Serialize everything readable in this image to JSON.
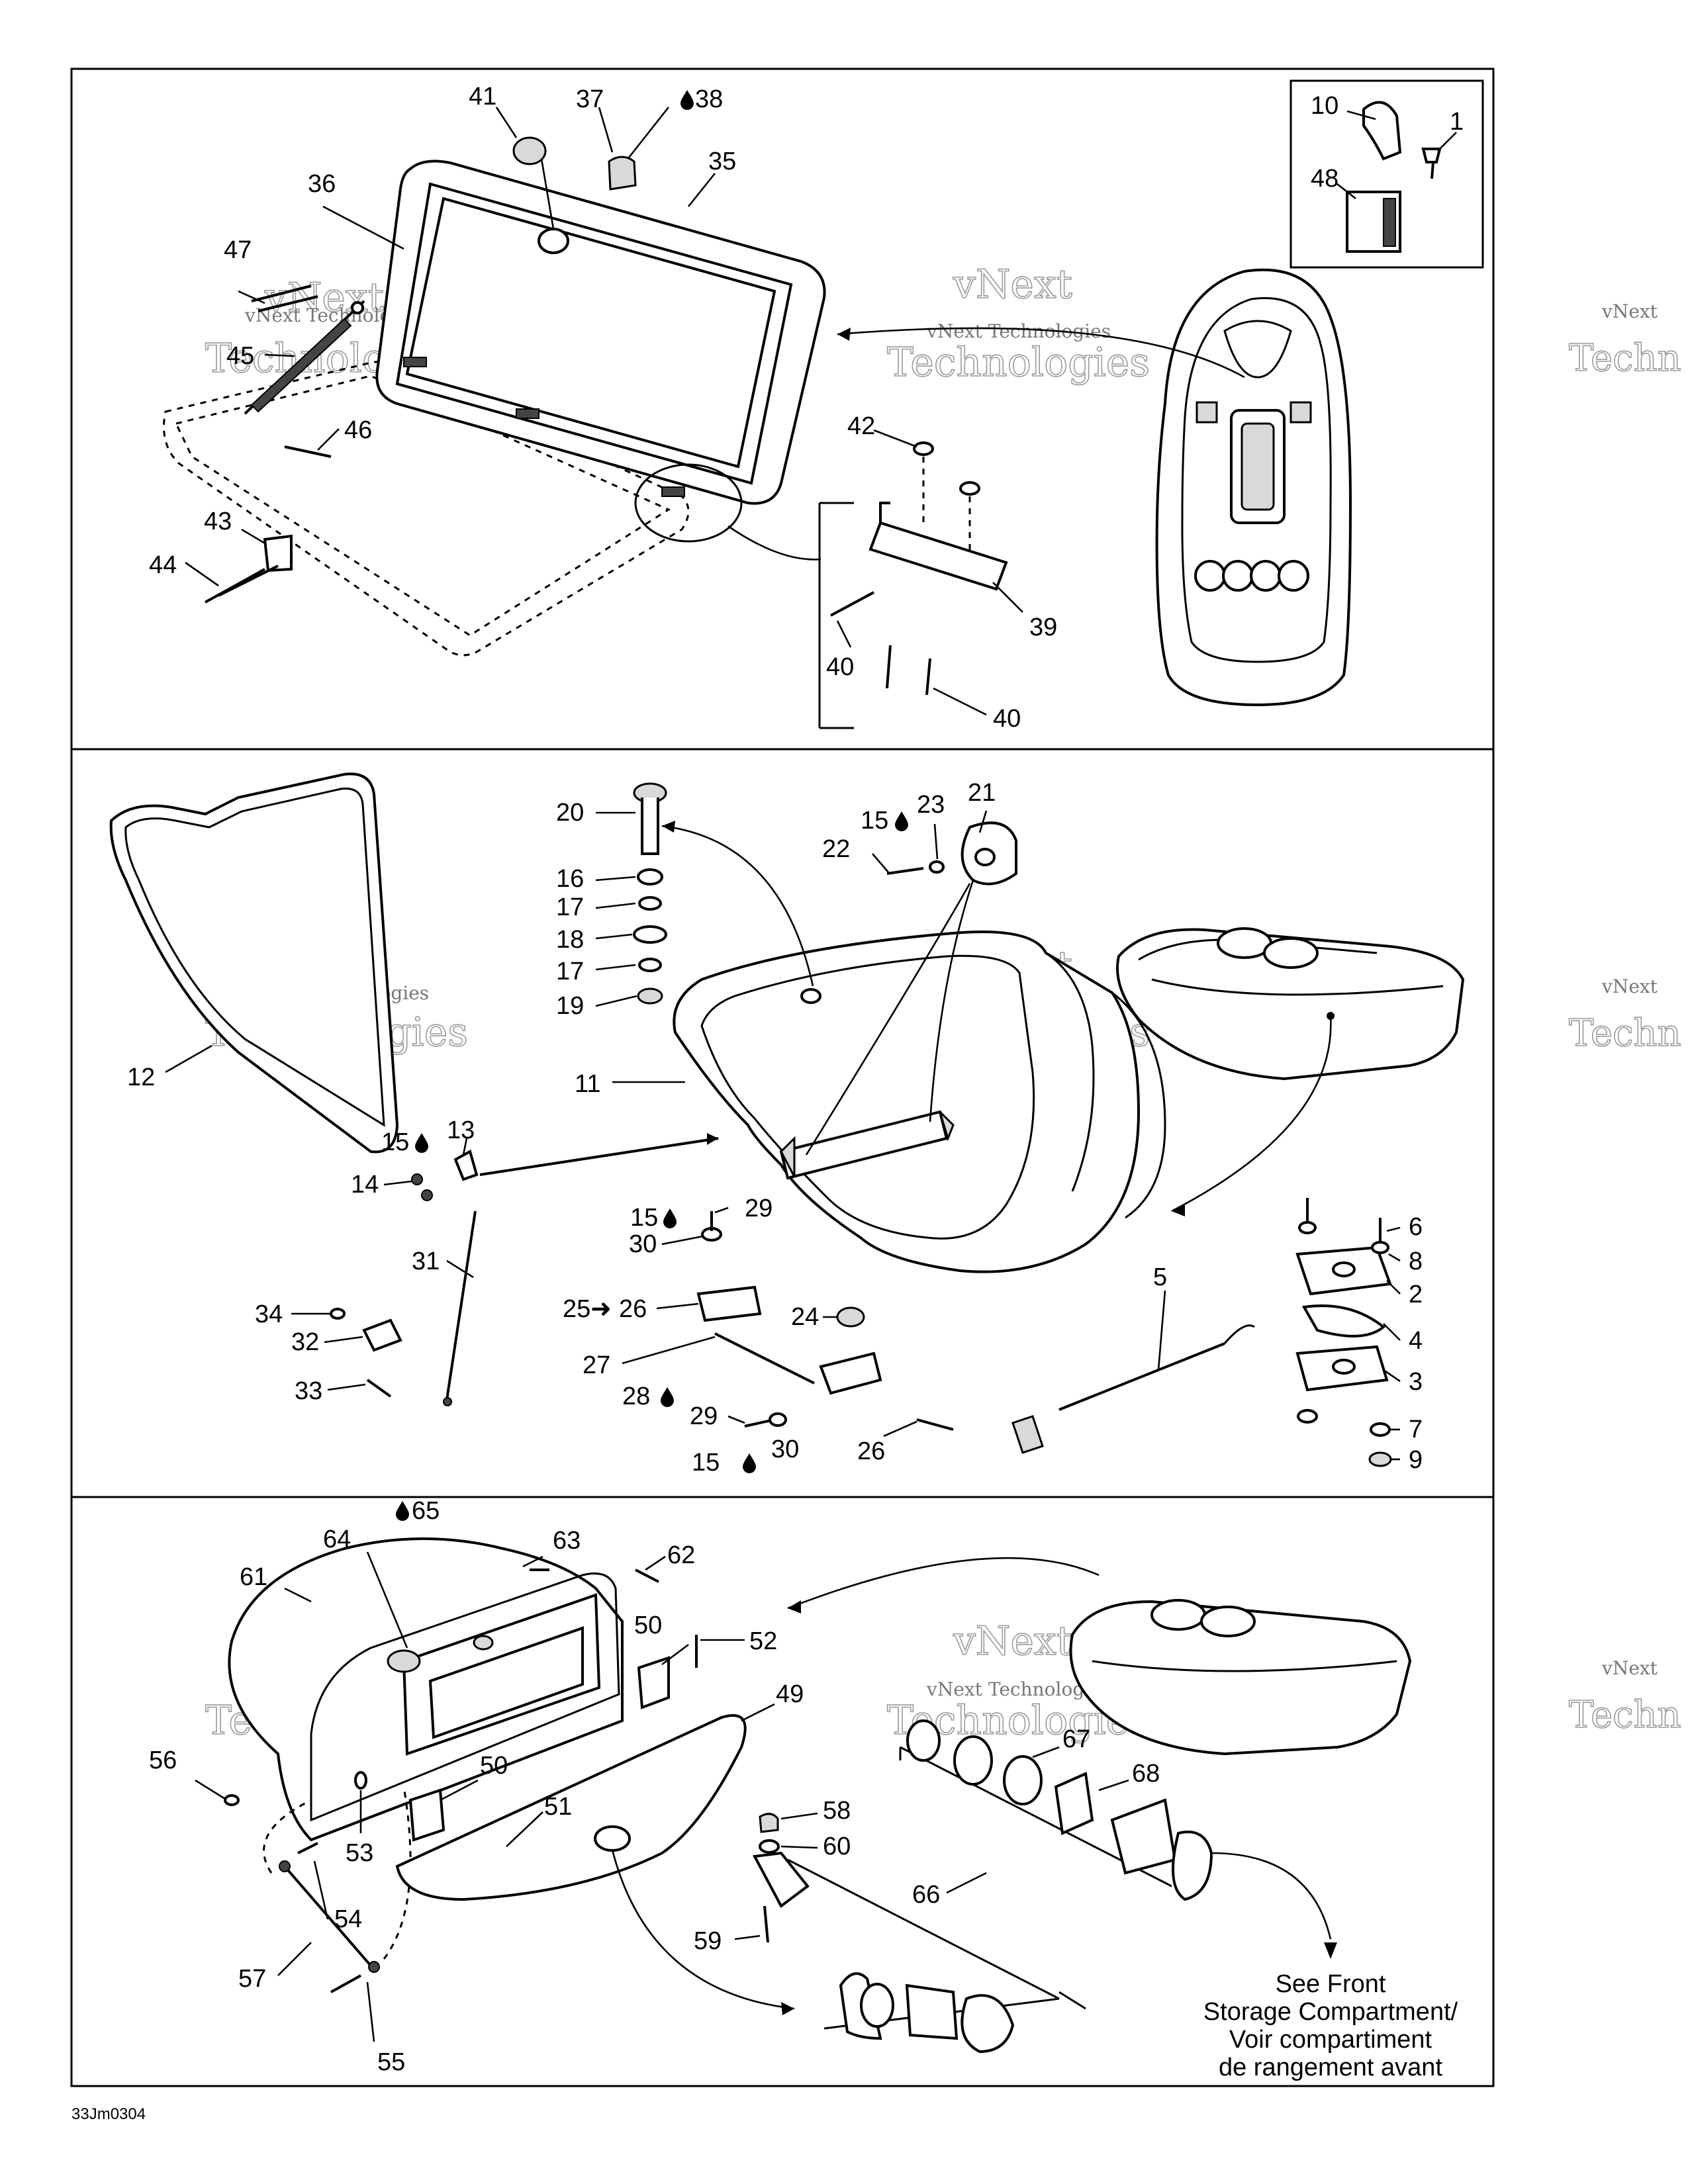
{
  "diagram": {
    "code": "33Jm0304",
    "note_lines": [
      "See Front",
      "Storage Compartment/",
      "Voir compartiment",
      "de rangement avant"
    ],
    "watermark_top": "vNext",
    "watermark_mid": "vNext Technologies",
    "watermark_bottom": "Technologies",
    "watermark_edge_top": "vNext",
    "watermark_edge_bottom": "Techn",
    "section_top": {
      "labels": [
        "41",
        "37",
        "38",
        "35",
        "36",
        "47",
        "45",
        "46",
        "43",
        "44",
        "42",
        "39",
        "40",
        "40",
        "10",
        "1",
        "48"
      ]
    },
    "section_middle": {
      "labels": [
        "20",
        "15",
        "23",
        "21",
        "22",
        "16",
        "17",
        "18",
        "17",
        "19",
        "12",
        "11",
        "13",
        "15",
        "14",
        "31",
        "15",
        "29",
        "30",
        "25",
        "26",
        "24",
        "27",
        "28",
        "34",
        "32",
        "33",
        "29",
        "30",
        "15",
        "26",
        "5",
        "6",
        "8",
        "2",
        "4",
        "3",
        "7",
        "9"
      ]
    },
    "section_bottom": {
      "labels": [
        "64",
        "65",
        "63",
        "62",
        "61",
        "50",
        "52",
        "49",
        "56",
        "50",
        "51",
        "53",
        "54",
        "57",
        "55",
        "58",
        "60",
        "59",
        "67",
        "68",
        "66"
      ]
    }
  }
}
